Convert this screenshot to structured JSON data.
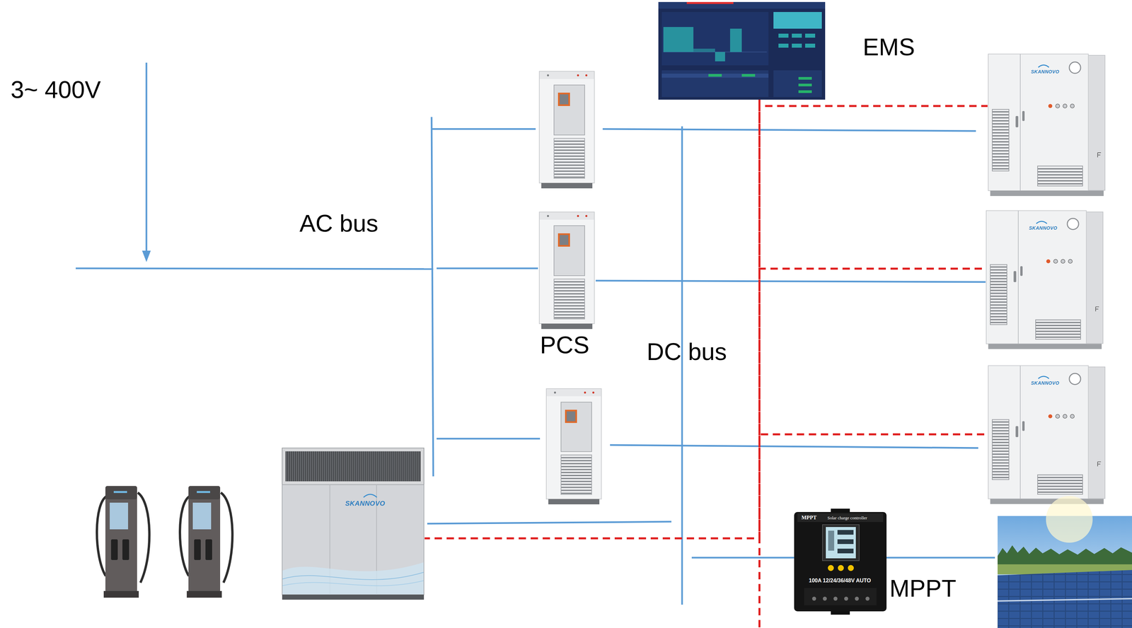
{
  "diagram": {
    "nodes": [
      {
        "text": [
          "EMS"
        ]
      },
      {
        "text": [
          "PCS"
        ]
      },
      {
        "text": [
          "SKANNOVO"
        ]
      },
      {
        "text": [
          "SKANNOVO"
        ]
      },
      {
        "text": [
          "SKANNOVO"
        ]
      },
      {
        "text": [
          "SKANNOVO"
        ]
      },
      {
        "text": [
          "MPPT",
          "Solar charge controller",
          "100A 12/24/36/48V AUTO",
          "MPPT"
        ]
      }
    ],
    "edges": [
      {
        "from": 1,
        "to": 3,
        "arrow": "none"
      },
      {
        "from": 0,
        "to": 2,
        "arrow": "none"
      },
      {
        "from": 0,
        "to": 3,
        "arrow": "none"
      },
      {
        "from": 0,
        "to": 4,
        "arrow": "none"
      },
      {
        "from": 0,
        "to": 5,
        "arrow": "none"
      }
    ],
    "labels": [
      "3~ 400V",
      "AC bus",
      "DC bus"
    ]
  }
}
